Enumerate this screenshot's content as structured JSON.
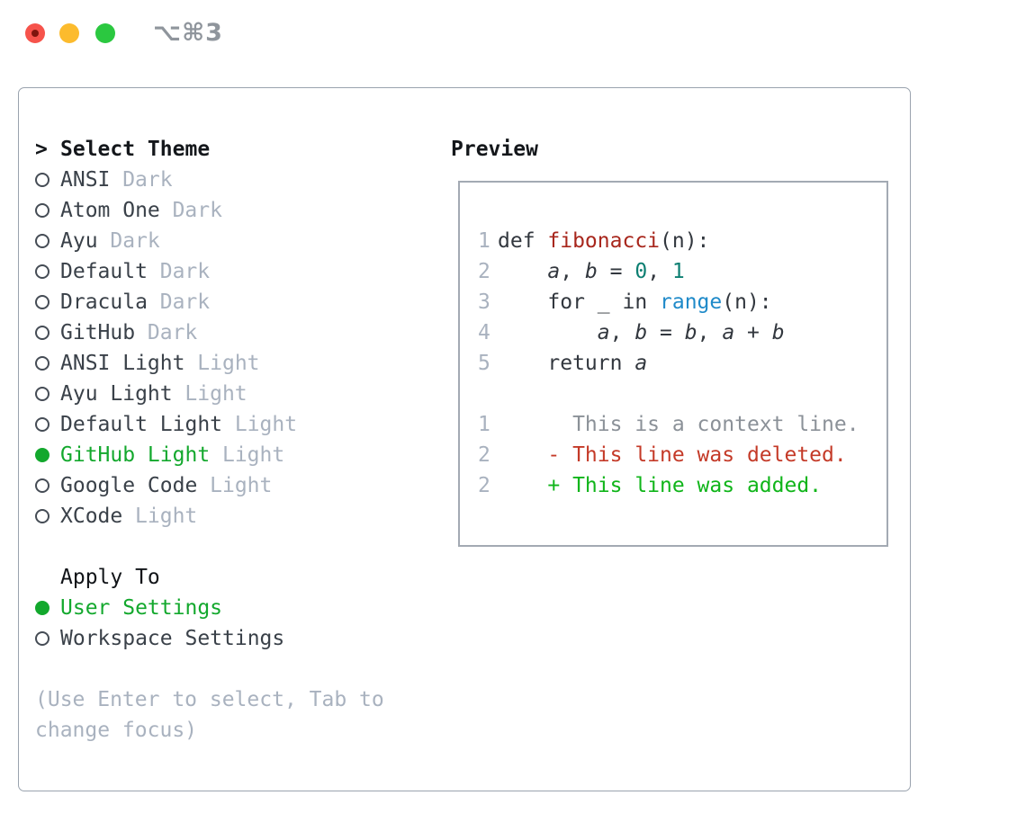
{
  "titlebar": {
    "shortcut": "⌥⌘3",
    "traffic_lights": [
      "close",
      "minimize",
      "zoom"
    ]
  },
  "theme_picker": {
    "cursor": ">",
    "header": "Select Theme",
    "items": [
      {
        "name": "ANSI",
        "variant": "Dark",
        "selected": false
      },
      {
        "name": "Atom One",
        "variant": "Dark",
        "selected": false
      },
      {
        "name": "Ayu",
        "variant": "Dark",
        "selected": false
      },
      {
        "name": "Default",
        "variant": "Dark",
        "selected": false
      },
      {
        "name": "Dracula",
        "variant": "Dark",
        "selected": false
      },
      {
        "name": "GitHub",
        "variant": "Dark",
        "selected": false
      },
      {
        "name": "ANSI Light",
        "variant": "Light",
        "selected": false
      },
      {
        "name": "Ayu Light",
        "variant": "Light",
        "selected": false
      },
      {
        "name": "Default Light",
        "variant": "Light",
        "selected": false
      },
      {
        "name": "GitHub Light",
        "variant": "Light",
        "selected": true
      },
      {
        "name": "Google Code",
        "variant": "Light",
        "selected": false
      },
      {
        "name": "XCode",
        "variant": "Light",
        "selected": false
      }
    ]
  },
  "apply_to": {
    "header": "Apply To",
    "options": [
      {
        "label": "User Settings",
        "selected": true
      },
      {
        "label": "Workspace Settings",
        "selected": false
      }
    ]
  },
  "hint": "(Use Enter to select, Tab to change focus)",
  "preview": {
    "header": "Preview",
    "lines": [
      {
        "kind": "code",
        "num": "1",
        "tokens": [
          [
            "def ",
            "plain"
          ],
          [
            "fibonacci",
            "func"
          ],
          [
            "(n):",
            "plain"
          ]
        ]
      },
      {
        "kind": "code",
        "num": "2",
        "tokens": [
          [
            "    ",
            "plain"
          ],
          [
            "a",
            "var"
          ],
          [
            ", ",
            "plain"
          ],
          [
            "b",
            "var"
          ],
          [
            " = ",
            "plain"
          ],
          [
            "0",
            "num"
          ],
          [
            ", ",
            "plain"
          ],
          [
            "1",
            "num"
          ]
        ]
      },
      {
        "kind": "code",
        "num": "3",
        "tokens": [
          [
            "    for _ in ",
            "plain"
          ],
          [
            "range",
            "builtin"
          ],
          [
            "(n):",
            "plain"
          ]
        ]
      },
      {
        "kind": "code",
        "num": "4",
        "tokens": [
          [
            "        ",
            "plain"
          ],
          [
            "a",
            "var"
          ],
          [
            ", ",
            "plain"
          ],
          [
            "b",
            "var"
          ],
          [
            " = ",
            "plain"
          ],
          [
            "b",
            "var"
          ],
          [
            ", ",
            "plain"
          ],
          [
            "a",
            "var"
          ],
          [
            " + ",
            "plain"
          ],
          [
            "b",
            "var"
          ]
        ]
      },
      {
        "kind": "code",
        "num": "5",
        "tokens": [
          [
            "    return ",
            "plain"
          ],
          [
            "a",
            "var"
          ]
        ]
      },
      {
        "kind": "blank"
      },
      {
        "kind": "diff",
        "num": "1",
        "cls": "context",
        "text": "      This is a context line."
      },
      {
        "kind": "diff",
        "num": "2",
        "cls": "deleted",
        "text": "    - This line was deleted."
      },
      {
        "kind": "diff",
        "num": "2",
        "cls": "added",
        "text": "    + This line was added."
      }
    ]
  },
  "colors": {
    "selection_green": "#13a82d",
    "added_green": "#10b51a",
    "deleted_red": "#c43a28",
    "context_gray": "#8b9198",
    "muted_gray": "#a9b2bf",
    "text_dark": "#3a4149",
    "heading_black": "#14171b",
    "func_red": "#a8271d",
    "number_teal": "#0d7f72",
    "builtin_blue": "#1f8ac9",
    "border_gray": "#9aa3ae",
    "titlebar_gray": "#8f959c",
    "light_red": "#f6534b",
    "light_yellow": "#fcbb2d",
    "light_green": "#2bc840"
  }
}
